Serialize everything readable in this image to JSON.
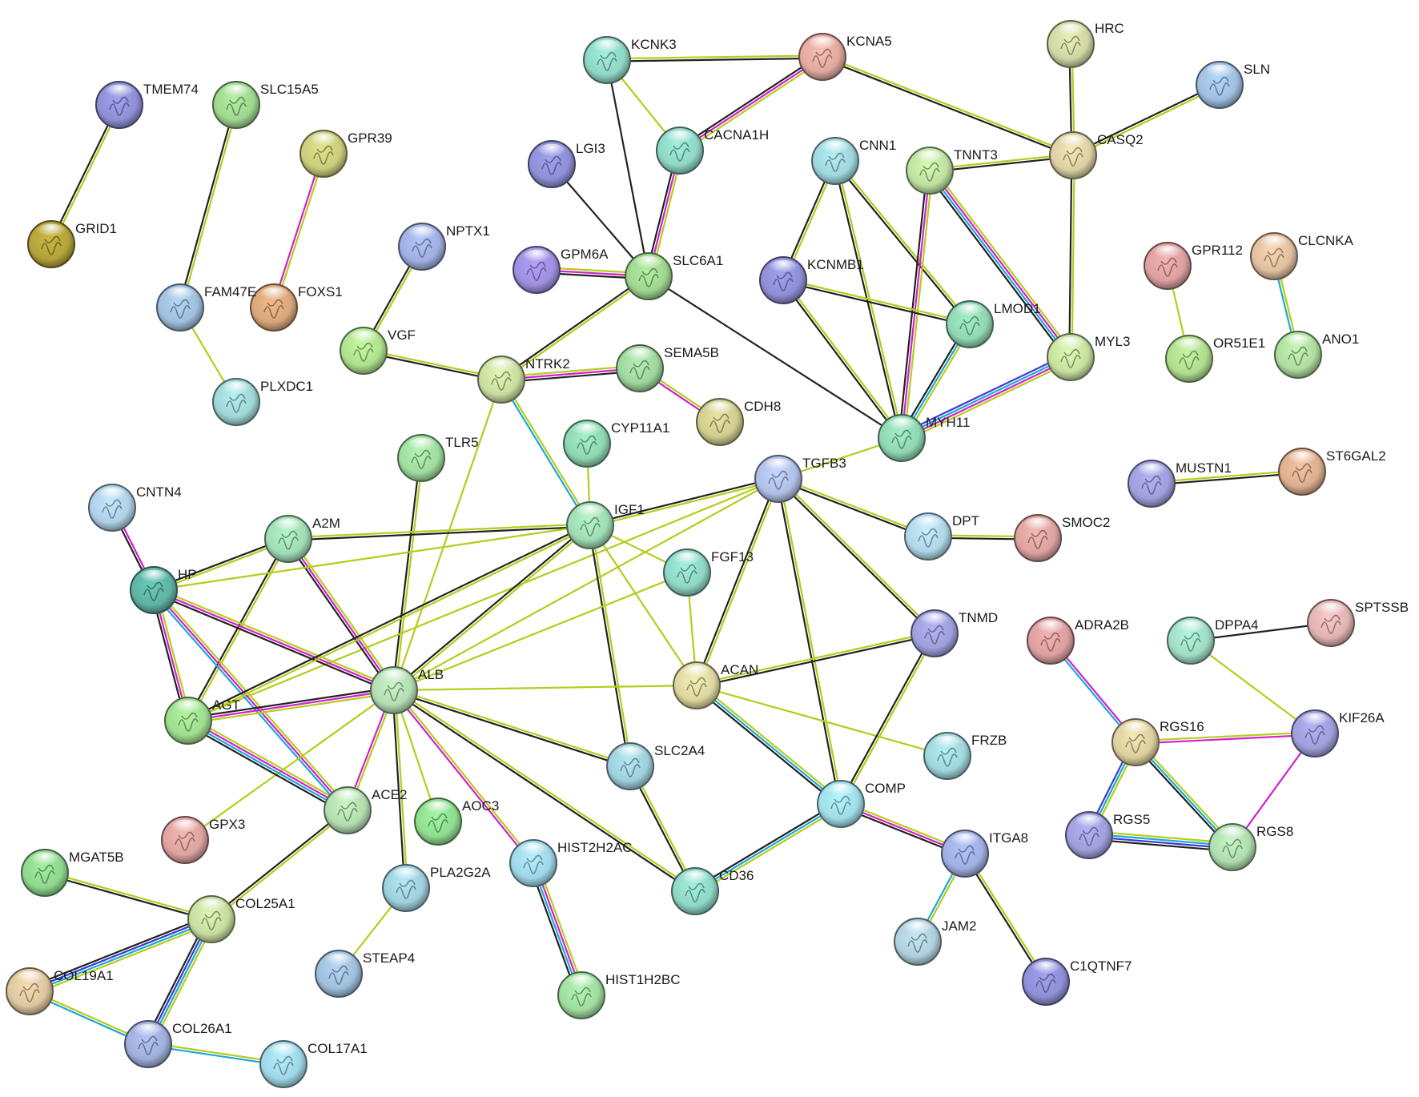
{
  "colors": {
    "textmining": "#b5cc1a",
    "coexpression": "#222222",
    "experiments": "#d21fd2",
    "databases": "#1aa9d6",
    "homology": "#3a3ad0"
  },
  "nodes": [
    {
      "id": "TMEM74",
      "label": "TMEM74",
      "color": "#8f8fd6"
    },
    {
      "id": "GRID1",
      "label": "GRID1",
      "color": "#b3a33a"
    },
    {
      "id": "SLC15A5",
      "label": "SLC15A5",
      "color": "#9fd68f"
    },
    {
      "id": "GPR39",
      "label": "GPR39",
      "color": "#c9cc7a"
    },
    {
      "id": "FOXS1",
      "label": "FOXS1",
      "color": "#d9a77a"
    },
    {
      "id": "FAM47E",
      "label": "FAM47E",
      "color": "#9fbfdc"
    },
    {
      "id": "PLXDC1",
      "label": "PLXDC1",
      "color": "#9fd6d6"
    },
    {
      "id": "NPTX1",
      "label": "NPTX1",
      "color": "#9fafe0"
    },
    {
      "id": "VGF",
      "label": "VGF",
      "color": "#aee08f"
    },
    {
      "id": "KCNK3",
      "label": "KCNK3",
      "color": "#8fd6c6"
    },
    {
      "id": "KCNA5",
      "label": "KCNA5",
      "color": "#e0a99f"
    },
    {
      "id": "LGI3",
      "label": "LGI3",
      "color": "#8f8fd6"
    },
    {
      "id": "CACNA1H",
      "label": "CACNA1H",
      "color": "#8fd6c6"
    },
    {
      "id": "GPM6A",
      "label": "GPM6A",
      "color": "#9f8fe0"
    },
    {
      "id": "SLC6A1",
      "label": "SLC6A1",
      "color": "#9fd68f"
    },
    {
      "id": "NTRK2",
      "label": "NTRK2",
      "color": "#c9dc9f"
    },
    {
      "id": "SEMA5B",
      "label": "SEMA5B",
      "color": "#9fd69f"
    },
    {
      "id": "CDH8",
      "label": "CDH8",
      "color": "#cfcc8f"
    },
    {
      "id": "HRC",
      "label": "HRC",
      "color": "#cfd6a3"
    },
    {
      "id": "SLN",
      "label": "SLN",
      "color": "#9fbfe0"
    },
    {
      "id": "CASQ2",
      "label": "CASQ2",
      "color": "#dccfa3"
    },
    {
      "id": "CNN1",
      "label": "CNN1",
      "color": "#9fd6dc"
    },
    {
      "id": "TNNT3",
      "label": "TNNT3",
      "color": "#bfe09f"
    },
    {
      "id": "KCNMB1",
      "label": "KCNMB1",
      "color": "#8f8fd6"
    },
    {
      "id": "LMOD1",
      "label": "LMOD1",
      "color": "#8fd6b3"
    },
    {
      "id": "MYL3",
      "label": "MYL3",
      "color": "#c6e09f"
    },
    {
      "id": "MYH11",
      "label": "MYH11",
      "color": "#8fd6b3"
    },
    {
      "id": "GPR112",
      "label": "GPR112",
      "color": "#dc9f9f"
    },
    {
      "id": "CLCNKA",
      "label": "CLCNKA",
      "color": "#e0bf9f"
    },
    {
      "id": "OR51E1",
      "label": "OR51E1",
      "color": "#afdc8f"
    },
    {
      "id": "ANO1",
      "label": "ANO1",
      "color": "#afdc9f"
    },
    {
      "id": "MUSTN1",
      "label": "MUSTN1",
      "color": "#9f9fdc"
    },
    {
      "id": "ST6GAL2",
      "label": "ST6GAL2",
      "color": "#dcaf8f"
    },
    {
      "id": "CNTN4",
      "label": "CNTN4",
      "color": "#afcfe6"
    },
    {
      "id": "TLR5",
      "label": "TLR5",
      "color": "#9fdc9f"
    },
    {
      "id": "CYP11A1",
      "label": "CYP11A1",
      "color": "#8fd6b3"
    },
    {
      "id": "TGFB3",
      "label": "TGFB3",
      "color": "#afbfe6"
    },
    {
      "id": "A2M",
      "label": "A2M",
      "color": "#9fdcb3"
    },
    {
      "id": "IGF1",
      "label": "IGF1",
      "color": "#9fdcb3"
    },
    {
      "id": "HP",
      "label": "HP",
      "color": "#5fb3a3"
    },
    {
      "id": "FGF13",
      "label": "FGF13",
      "color": "#8fd6c6"
    },
    {
      "id": "DPT",
      "label": "DPT",
      "color": "#afd6e6"
    },
    {
      "id": "SMOC2",
      "label": "SMOC2",
      "color": "#dca39f"
    },
    {
      "id": "TNMD",
      "label": "TNMD",
      "color": "#9f9fdc"
    },
    {
      "id": "ACAN",
      "label": "ACAN",
      "color": "#dcd69f"
    },
    {
      "id": "ALB",
      "label": "ALB",
      "color": "#b3dcb3"
    },
    {
      "id": "AGT",
      "label": "AGT",
      "color": "#9fdc8f"
    },
    {
      "id": "ADRA2B",
      "label": "ADRA2B",
      "color": "#dc9f9f"
    },
    {
      "id": "DPPA4",
      "label": "DPPA4",
      "color": "#9fdcc6"
    },
    {
      "id": "SPTSSB",
      "label": "SPTSSB",
      "color": "#e0b3b3"
    },
    {
      "id": "RGS16",
      "label": "RGS16",
      "color": "#dccf9f"
    },
    {
      "id": "KIF26A",
      "label": "KIF26A",
      "color": "#9f9fdc"
    },
    {
      "id": "FRZB",
      "label": "FRZB",
      "color": "#9fd6dc"
    },
    {
      "id": "SLC2A4",
      "label": "SLC2A4",
      "color": "#9fcfdc"
    },
    {
      "id": "ACE2",
      "label": "ACE2",
      "color": "#b3dcaf"
    },
    {
      "id": "AOC3",
      "label": "AOC3",
      "color": "#8fdc8f"
    },
    {
      "id": "GPX3",
      "label": "GPX3",
      "color": "#dca39f"
    },
    {
      "id": "COMP",
      "label": "COMP",
      "color": "#9fdce6"
    },
    {
      "id": "RGS5",
      "label": "RGS5",
      "color": "#9f9fdc"
    },
    {
      "id": "RGS8",
      "label": "RGS8",
      "color": "#afdcaf"
    },
    {
      "id": "ITGA8",
      "label": "ITGA8",
      "color": "#9fafe0"
    },
    {
      "id": "MGAT5B",
      "label": "MGAT5B",
      "color": "#8fd68f"
    },
    {
      "id": "HIST2H2AC",
      "label": "HIST2H2AC",
      "color": "#9fd6e6"
    },
    {
      "id": "PLA2G2A",
      "label": "PLA2G2A",
      "color": "#9fcfdc"
    },
    {
      "id": "CD36",
      "label": "CD36",
      "color": "#8fd6c6"
    },
    {
      "id": "COL25A1",
      "label": "COL25A1",
      "color": "#c6dc9f"
    },
    {
      "id": "JAM2",
      "label": "JAM2",
      "color": "#afcfdc"
    },
    {
      "id": "C1QTNF7",
      "label": "C1QTNF7",
      "color": "#8f8fd6"
    },
    {
      "id": "STEAP4",
      "label": "STEAP4",
      "color": "#9fbfdc"
    },
    {
      "id": "COL19A1",
      "label": "COL19A1",
      "color": "#dcc69f"
    },
    {
      "id": "HIST1H2BC",
      "label": "HIST1H2BC",
      "color": "#9fdc9f"
    },
    {
      "id": "COL26A1",
      "label": "COL26A1",
      "color": "#9fafdc"
    },
    {
      "id": "COL17A1",
      "label": "COL17A1",
      "color": "#9fd6e6"
    }
  ],
  "edges": [
    {
      "from": "TMEM74",
      "to": "GRID1",
      "types": [
        "textmining",
        "coexpression"
      ]
    },
    {
      "from": "SLC15A5",
      "to": "FAM47E",
      "types": [
        "textmining",
        "coexpression"
      ]
    },
    {
      "from": "GPR39",
      "to": "FOXS1",
      "types": [
        "textmining",
        "experiments"
      ]
    },
    {
      "from": "FAM47E",
      "to": "PLXDC1",
      "types": [
        "textmining"
      ]
    },
    {
      "from": "NPTX1",
      "to": "VGF",
      "types": [
        "textmining",
        "coexpression"
      ]
    },
    {
      "from": "VGF",
      "to": "NTRK2",
      "types": [
        "textmining",
        "coexpression"
      ]
    },
    {
      "from": "KCNK3",
      "to": "KCNA5",
      "types": [
        "textmining",
        "coexpression"
      ]
    },
    {
      "from": "KCNK3",
      "to": "CACNA1H",
      "types": [
        "textmining"
      ]
    },
    {
      "from": "KCNK3",
      "to": "SLC6A1",
      "types": [
        "coexpression"
      ]
    },
    {
      "from": "KCNA5",
      "to": "CACNA1H",
      "types": [
        "textmining",
        "experiments",
        "coexpression"
      ]
    },
    {
      "from": "KCNA5",
      "to": "CASQ2",
      "types": [
        "textmining",
        "coexpression"
      ]
    },
    {
      "from": "LGI3",
      "to": "SLC6A1",
      "types": [
        "coexpression"
      ]
    },
    {
      "from": "CACNA1H",
      "to": "SLC6A1",
      "types": [
        "textmining",
        "experiments",
        "coexpression"
      ]
    },
    {
      "from": "GPM6A",
      "to": "SLC6A1",
      "types": [
        "textmining",
        "experiments",
        "coexpression"
      ]
    },
    {
      "from": "SLC6A1",
      "to": "NTRK2",
      "types": [
        "textmining",
        "coexpression"
      ]
    },
    {
      "from": "SLC6A1",
      "to": "MYH11",
      "types": [
        "coexpression"
      ]
    },
    {
      "from": "NTRK2",
      "to": "SEMA5B",
      "types": [
        "textmining",
        "experiments",
        "coexpression"
      ]
    },
    {
      "from": "SEMA5B",
      "to": "CDH8",
      "types": [
        "textmining",
        "experiments"
      ]
    },
    {
      "from": "NTRK2",
      "to": "IGF1",
      "types": [
        "textmining",
        "databases"
      ]
    },
    {
      "from": "NTRK2",
      "to": "ALB",
      "types": [
        "textmining"
      ]
    },
    {
      "from": "HRC",
      "to": "CASQ2",
      "types": [
        "textmining",
        "coexpression"
      ]
    },
    {
      "from": "SLN",
      "to": "CASQ2",
      "types": [
        "textmining",
        "coexpression"
      ]
    },
    {
      "from": "TNNT3",
      "to": "CASQ2",
      "types": [
        "textmining",
        "coexpression"
      ]
    },
    {
      "from": "CASQ2",
      "to": "MYL3",
      "types": [
        "textmining",
        "coexpression"
      ]
    },
    {
      "from": "CNN1",
      "to": "KCNMB1",
      "types": [
        "textmining",
        "coexpression"
      ]
    },
    {
      "from": "CNN1",
      "to": "LMOD1",
      "types": [
        "textmining",
        "coexpression"
      ]
    },
    {
      "from": "CNN1",
      "to": "MYH11",
      "types": [
        "textmining",
        "coexpression"
      ]
    },
    {
      "from": "TNNT3",
      "to": "MYL3",
      "types": [
        "textmining",
        "experiments",
        "databases",
        "coexpression"
      ]
    },
    {
      "from": "TNNT3",
      "to": "MYH11",
      "types": [
        "textmining",
        "experiments",
        "coexpression"
      ]
    },
    {
      "from": "KCNMB1",
      "to": "LMOD1",
      "types": [
        "textmining",
        "coexpression"
      ]
    },
    {
      "from": "KCNMB1",
      "to": "MYH11",
      "types": [
        "textmining",
        "coexpression"
      ]
    },
    {
      "from": "LMOD1",
      "to": "MYH11",
      "types": [
        "textmining",
        "databases",
        "coexpression"
      ]
    },
    {
      "from": "MYL3",
      "to": "MYH11",
      "types": [
        "textmining",
        "experiments",
        "databases",
        "homology"
      ]
    },
    {
      "from": "MYH11",
      "to": "TGFB3",
      "types": [
        "textmining"
      ]
    },
    {
      "from": "GPR112",
      "to": "OR51E1",
      "types": [
        "textmining"
      ]
    },
    {
      "from": "CLCNKA",
      "to": "ANO1",
      "types": [
        "textmining",
        "databases"
      ]
    },
    {
      "from": "MUSTN1",
      "to": "ST6GAL2",
      "types": [
        "textmining",
        "coexpression"
      ]
    },
    {
      "from": "CNTN4",
      "to": "HP",
      "types": [
        "experiments",
        "coexpression"
      ]
    },
    {
      "from": "TLR5",
      "to": "ALB",
      "types": [
        "textmining",
        "coexpression"
      ]
    },
    {
      "from": "CYP11A1",
      "to": "IGF1",
      "types": [
        "textmining"
      ]
    },
    {
      "from": "TGFB3",
      "to": "IGF1",
      "types": [
        "textmining",
        "coexpression"
      ]
    },
    {
      "from": "TGFB3",
      "to": "DPT",
      "types": [
        "textmining",
        "coexpression"
      ]
    },
    {
      "from": "TGFB3",
      "to": "TNMD",
      "types": [
        "textmining",
        "coexpression"
      ]
    },
    {
      "from": "TGFB3",
      "to": "ACAN",
      "types": [
        "textmining",
        "coexpression"
      ]
    },
    {
      "from": "TGFB3",
      "to": "COMP",
      "types": [
        "textmining",
        "coexpression"
      ]
    },
    {
      "from": "TGFB3",
      "to": "ALB",
      "types": [
        "textmining"
      ]
    },
    {
      "from": "TGFB3",
      "to": "AGT",
      "types": [
        "textmining"
      ]
    },
    {
      "from": "DPT",
      "to": "SMOC2",
      "types": [
        "textmining",
        "coexpression"
      ]
    },
    {
      "from": "A2M",
      "to": "IGF1",
      "types": [
        "textmining",
        "coexpression"
      ]
    },
    {
      "from": "A2M",
      "to": "HP",
      "types": [
        "textmining",
        "coexpression"
      ]
    },
    {
      "from": "A2M",
      "to": "AGT",
      "types": [
        "textmining",
        "coexpression"
      ]
    },
    {
      "from": "A2M",
      "to": "ALB",
      "types": [
        "textmining",
        "experiments",
        "coexpression"
      ]
    },
    {
      "from": "HP",
      "to": "IGF1",
      "types": [
        "textmining"
      ]
    },
    {
      "from": "HP",
      "to": "AGT",
      "types": [
        "textmining",
        "experiments",
        "coexpression"
      ]
    },
    {
      "from": "HP",
      "to": "ALB",
      "types": [
        "textmining",
        "experiments",
        "coexpression"
      ]
    },
    {
      "from": "HP",
      "to": "ACE2",
      "types": [
        "textmining",
        "experiments",
        "databases"
      ]
    },
    {
      "from": "IGF1",
      "to": "ALB",
      "types": [
        "textmining",
        "coexpression"
      ]
    },
    {
      "from": "IGF1",
      "to": "AGT",
      "types": [
        "textmining",
        "coexpression"
      ]
    },
    {
      "from": "IGF1",
      "to": "FGF13",
      "types": [
        "textmining"
      ]
    },
    {
      "from": "IGF1",
      "to": "ACAN",
      "types": [
        "textmining"
      ]
    },
    {
      "from": "IGF1",
      "to": "SLC2A4",
      "types": [
        "textmining",
        "coexpression"
      ]
    },
    {
      "from": "FGF13",
      "to": "ALB",
      "types": [
        "textmining"
      ]
    },
    {
      "from": "FGF13",
      "to": "ACAN",
      "types": [
        "textmining"
      ]
    },
    {
      "from": "ACAN",
      "to": "TNMD",
      "types": [
        "textmining",
        "coexpression"
      ]
    },
    {
      "from": "ACAN",
      "to": "ALB",
      "types": [
        "textmining"
      ]
    },
    {
      "from": "ACAN",
      "to": "FRZB",
      "types": [
        "textmining"
      ]
    },
    {
      "from": "ACAN",
      "to": "COMP",
      "types": [
        "textmining",
        "databases",
        "coexpression"
      ]
    },
    {
      "from": "TNMD",
      "to": "COMP",
      "types": [
        "textmining",
        "coexpression"
      ]
    },
    {
      "from": "ALB",
      "to": "AGT",
      "types": [
        "textmining",
        "experiments",
        "coexpression"
      ]
    },
    {
      "from": "ALB",
      "to": "ACE2",
      "types": [
        "textmining",
        "experiments"
      ]
    },
    {
      "from": "ALB",
      "to": "AOC3",
      "types": [
        "textmining"
      ]
    },
    {
      "from": "ALB",
      "to": "HIST2H2AC",
      "types": [
        "textmining",
        "experiments"
      ]
    },
    {
      "from": "ALB",
      "to": "PLA2G2A",
      "types": [
        "textmining",
        "coexpression"
      ]
    },
    {
      "from": "ALB",
      "to": "SLC2A4",
      "types": [
        "textmining",
        "coexpression"
      ]
    },
    {
      "from": "ALB",
      "to": "CD36",
      "types": [
        "textmining",
        "coexpression"
      ]
    },
    {
      "from": "ALB",
      "to": "GPX3",
      "types": [
        "textmining"
      ]
    },
    {
      "from": "AGT",
      "to": "ACE2",
      "types": [
        "textmining",
        "experiments",
        "databases",
        "coexpression"
      ]
    },
    {
      "from": "SLC2A4",
      "to": "CD36",
      "types": [
        "textmining",
        "coexpression"
      ]
    },
    {
      "from": "COMP",
      "to": "CD36",
      "types": [
        "textmining",
        "databases",
        "coexpression"
      ]
    },
    {
      "from": "COMP",
      "to": "ITGA8",
      "types": [
        "textmining",
        "experiments",
        "coexpression"
      ]
    },
    {
      "from": "ITGA8",
      "to": "JAM2",
      "types": [
        "textmining",
        "databases"
      ]
    },
    {
      "from": "ITGA8",
      "to": "C1QTNF7",
      "types": [
        "textmining",
        "coexpression"
      ]
    },
    {
      "from": "ACE2",
      "to": "COL25A1",
      "types": [
        "textmining",
        "coexpression"
      ]
    },
    {
      "from": "PLA2G2A",
      "to": "STEAP4",
      "types": [
        "textmining"
      ]
    },
    {
      "from": "HIST2H2AC",
      "to": "HIST1H2BC",
      "types": [
        "textmining",
        "experiments",
        "databases",
        "coexpression"
      ]
    },
    {
      "from": "MGAT5B",
      "to": "COL25A1",
      "types": [
        "textmining",
        "coexpression"
      ]
    },
    {
      "from": "COL25A1",
      "to": "COL19A1",
      "types": [
        "textmining",
        "databases",
        "homology",
        "coexpression"
      ]
    },
    {
      "from": "COL25A1",
      "to": "COL26A1",
      "types": [
        "textmining",
        "databases",
        "homology",
        "coexpression"
      ]
    },
    {
      "from": "COL19A1",
      "to": "COL26A1",
      "types": [
        "textmining",
        "databases"
      ]
    },
    {
      "from": "COL26A1",
      "to": "COL17A1",
      "types": [
        "textmining",
        "databases"
      ]
    },
    {
      "from": "ADRA2B",
      "to": "RGS16",
      "types": [
        "experiments",
        "databases"
      ]
    },
    {
      "from": "DPPA4",
      "to": "SPTSSB",
      "types": [
        "coexpression"
      ]
    },
    {
      "from": "DPPA4",
      "to": "KIF26A",
      "types": [
        "textmining"
      ]
    },
    {
      "from": "RGS16",
      "to": "KIF26A",
      "types": [
        "textmining",
        "experiments"
      ]
    },
    {
      "from": "RGS16",
      "to": "RGS5",
      "types": [
        "textmining",
        "databases",
        "homology"
      ]
    },
    {
      "from": "RGS16",
      "to": "RGS8",
      "types": [
        "textmining",
        "databases",
        "coexpression"
      ]
    },
    {
      "from": "KIF26A",
      "to": "RGS8",
      "types": [
        "experiments"
      ]
    },
    {
      "from": "RGS5",
      "to": "RGS8",
      "types": [
        "textmining",
        "databases",
        "homology",
        "coexpression"
      ]
    }
  ]
}
